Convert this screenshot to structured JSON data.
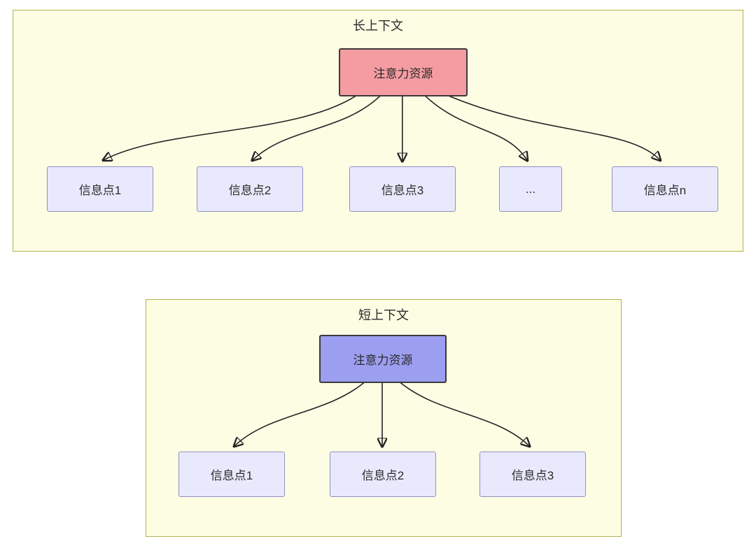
{
  "diagram": {
    "panels": [
      {
        "title": "长上下文",
        "source": {
          "label": "注意力资源",
          "fill": "#f59ca2"
        },
        "targets": [
          {
            "label": "信息点1"
          },
          {
            "label": "信息点2"
          },
          {
            "label": "信息点3"
          },
          {
            "label": "..."
          },
          {
            "label": "信息点n"
          }
        ]
      },
      {
        "title": "短上下文",
        "source": {
          "label": "注意力资源",
          "fill": "#9c9ef0"
        },
        "targets": [
          {
            "label": "信息点1"
          },
          {
            "label": "信息点2"
          },
          {
            "label": "信息点3"
          }
        ]
      }
    ],
    "colors": {
      "panel_background": "#fdfde4",
      "panel_border": "#b2b24e",
      "info_node_background": "#e9e9fd",
      "info_node_border": "#9090c2",
      "source_node_border": "#3a3a3a",
      "arrow": "#222222",
      "text": "#2b2b2b"
    }
  }
}
